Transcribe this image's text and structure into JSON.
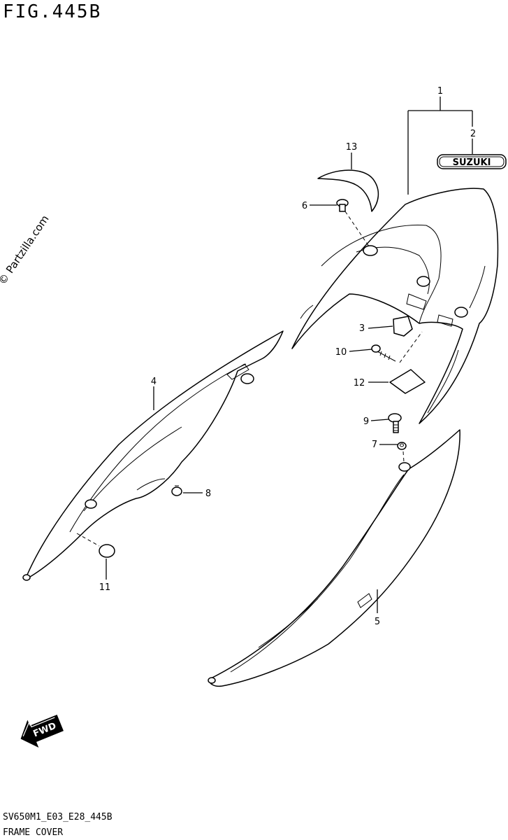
{
  "figure": {
    "title": "FIG.445B"
  },
  "watermark": "© Partzilla.com",
  "emblem_text": "SUZUKI",
  "fwd_label": "FWD",
  "callouts": {
    "c1": "1",
    "c2": "2",
    "c3": "3",
    "c4": "4",
    "c5": "5",
    "c6": "6",
    "c7": "7",
    "c8": "8",
    "c9": "9",
    "c10": "10",
    "c11": "11",
    "c12": "12",
    "c13": "13"
  },
  "footer": {
    "code": "SV650M1_E03_E28_445B",
    "description": "FRAME COVER"
  }
}
